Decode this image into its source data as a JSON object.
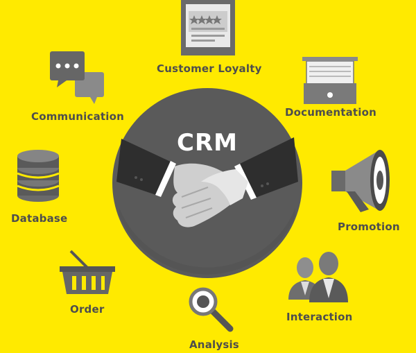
{
  "diagram": {
    "center": {
      "title": "CRM"
    },
    "nodes": [
      {
        "id": "customer-loyalty",
        "label": "Customer Loyalty",
        "icon": "rating-card-icon"
      },
      {
        "id": "documentation",
        "label": "Documentation",
        "icon": "file-drawer-icon"
      },
      {
        "id": "promotion",
        "label": "Promotion",
        "icon": "megaphone-icon"
      },
      {
        "id": "interaction",
        "label": "Interaction",
        "icon": "people-icon"
      },
      {
        "id": "analysis",
        "label": "Analysis",
        "icon": "magnifier-icon"
      },
      {
        "id": "order",
        "label": "Order",
        "icon": "basket-icon"
      },
      {
        "id": "database",
        "label": "Database",
        "icon": "database-icon"
      },
      {
        "id": "communication",
        "label": "Communication",
        "icon": "chat-bubbles-icon"
      }
    ]
  },
  "colors": {
    "background": "#ffea00",
    "circle": "#555555",
    "label": "#4d4d4d"
  }
}
